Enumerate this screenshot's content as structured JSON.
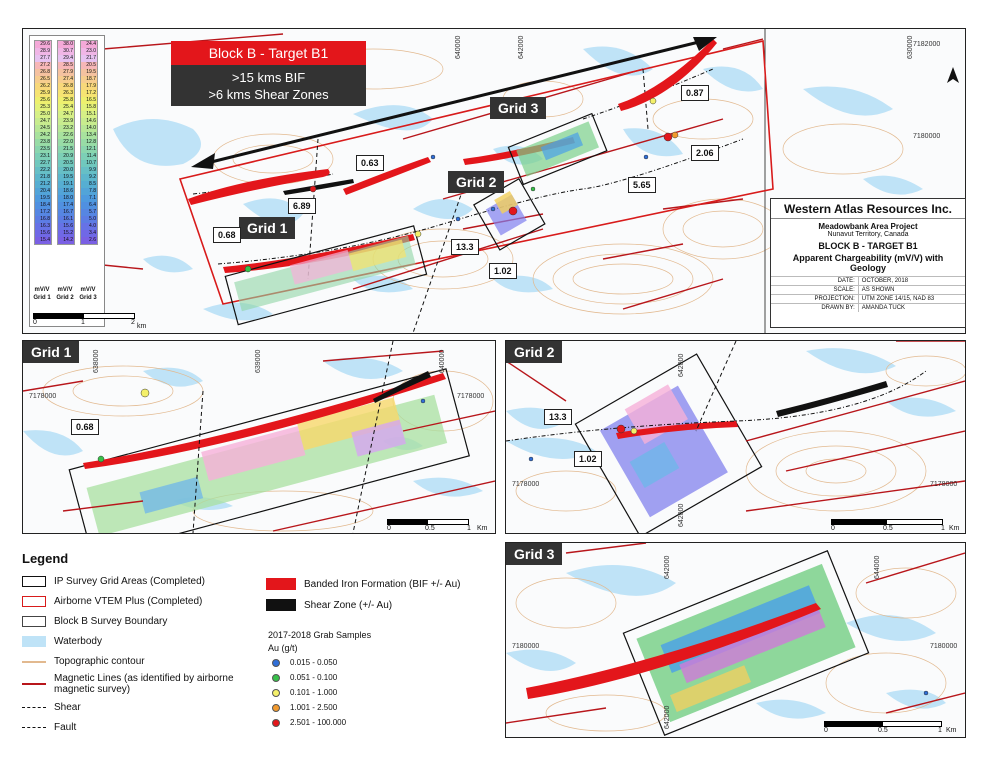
{
  "banner": {
    "title": "Block B - Target B1",
    "line1": ">15 kms BIF",
    "line2": ">6 kms Shear Zones"
  },
  "info_box": {
    "company": "Western Atlas Resources Inc.",
    "project": "Meadowbank Area Project",
    "location": "Nunavut Territory, Canada",
    "target": "BLOCK B - TARGET B1",
    "map_title": "Apparent Chargeability (mV/V) with Geology",
    "rows": [
      {
        "k": "DATE:",
        "v": "OCTOBER, 2018"
      },
      {
        "k": "SCALE:",
        "v": "AS SHOWN"
      },
      {
        "k": "PROJECTION:",
        "v": "UTM ZONE 14/15, NAD 83"
      },
      {
        "k": "DRAWN BY:",
        "v": "AMANDA TUCK"
      }
    ]
  },
  "main_map": {
    "labels": {
      "grid1": "Grid 1",
      "grid2": "Grid 2",
      "grid3": "Grid 3",
      "v689": "6.89",
      "v063": "0.63",
      "v068": "0.68",
      "v133": "13.3",
      "v102": "1.02",
      "v565": "5.65",
      "v206": "2.06",
      "v087": "0.87"
    },
    "coords": {
      "e640": "640000",
      "e642": "642000",
      "e630": "630000",
      "n7182": "7182000",
      "n7180": "7180000"
    },
    "scale": {
      "s0": "0",
      "s1": "1",
      "s2": "2",
      "unit": "km"
    },
    "north": "N"
  },
  "colorbar": {
    "headers": [
      [
        "mV/V",
        "Grid 1"
      ],
      [
        "mV/V",
        "Grid 2"
      ],
      [
        "mV/V",
        "Grid 3"
      ]
    ],
    "grid1": [
      "29.6",
      "28.9",
      "27.7",
      "27.2",
      "26.8",
      "26.5",
      "26.2",
      "25.9",
      "25.6",
      "25.3",
      "25.0",
      "24.7",
      "24.5",
      "24.2",
      "23.8",
      "23.5",
      "23.1",
      "22.7",
      "22.2",
      "21.8",
      "21.2",
      "20.4",
      "19.5",
      "18.4",
      "17.2",
      "16.8",
      "16.3",
      "15.6",
      "15.4"
    ],
    "grid2": [
      "38.0",
      "30.7",
      "29.4",
      "28.5",
      "27.9",
      "27.4",
      "26.8",
      "26.3",
      "25.8",
      "25.4",
      "24.7",
      "23.9",
      "23.2",
      "22.6",
      "22.0",
      "21.5",
      "20.9",
      "20.5",
      "20.0",
      "19.5",
      "19.1",
      "18.6",
      "18.0",
      "17.4",
      "16.7",
      "16.1",
      "15.6",
      "15.2",
      "14.2"
    ],
    "grid3": [
      "24.4",
      "23.0",
      "21.7",
      "20.5",
      "19.5",
      "18.7",
      "17.9",
      "17.2",
      "16.5",
      "15.8",
      "15.1",
      "14.6",
      "14.0",
      "13.4",
      "12.8",
      "12.1",
      "11.4",
      "10.7",
      "9.9",
      "9.2",
      "8.5",
      "7.8",
      "7.1",
      "6.4",
      "5.7",
      "5.0",
      "4.0",
      "3.4",
      "2.6"
    ]
  },
  "grid1_panel": {
    "tag": "Grid 1",
    "value": "0.68",
    "coords": {
      "e638": "638000",
      "e639": "639000",
      "e640": "640000",
      "n7178a": "7178000",
      "n7178b": "7178000"
    },
    "scale": {
      "s0": "0",
      "s1": "0.5",
      "s2": "1",
      "unit": "Km"
    }
  },
  "grid2_panel": {
    "tag": "Grid 2",
    "v133": "13.3",
    "v102": "1.02",
    "coords": {
      "e642a": "642000",
      "e642b": "642000",
      "n7178a": "7178000",
      "n7178b": "7178000"
    },
    "scale": {
      "s0": "0",
      "s1": "0.5",
      "s2": "1",
      "unit": "Km"
    }
  },
  "grid3_panel": {
    "tag": "Grid 3",
    "coords": {
      "e642a": "642000",
      "e642b": "642000",
      "e644": "644000",
      "n7180a": "7180000",
      "n7180b": "7180000"
    },
    "scale": {
      "s0": "0",
      "s1": "0.5",
      "s2": "1",
      "unit": "Km"
    }
  },
  "legend": {
    "title": "Legend",
    "items": [
      {
        "label": "IP Survey Grid Areas (Completed)"
      },
      {
        "label": "Airborne VTEM Plus (Completed)"
      },
      {
        "label": "Block B Survey Boundary"
      },
      {
        "label": "Waterbody"
      },
      {
        "label": "Topographic contour"
      },
      {
        "label": "Magnetic Lines (as identified by airborne magnetic survey)"
      },
      {
        "label": "Shear"
      },
      {
        "label": "Fault"
      }
    ],
    "geology": [
      {
        "label": "Banded Iron Formation (BIF +/- Au)"
      },
      {
        "label": "Shear Zone (+/- Au)"
      }
    ],
    "samples_title": "2017-2018 Grab Samples",
    "samples_unit": "Au (g/t)",
    "samples": [
      {
        "label": "0.015 - 0.050",
        "color": "#2f6fd8"
      },
      {
        "label": "0.051 - 0.100",
        "color": "#38c04a"
      },
      {
        "label": "0.101 - 1.000",
        "color": "#f4f06a"
      },
      {
        "label": "1.001 - 2.500",
        "color": "#f29a2e"
      },
      {
        "label": "2.501 - 100.000",
        "color": "#e3161b"
      }
    ]
  }
}
